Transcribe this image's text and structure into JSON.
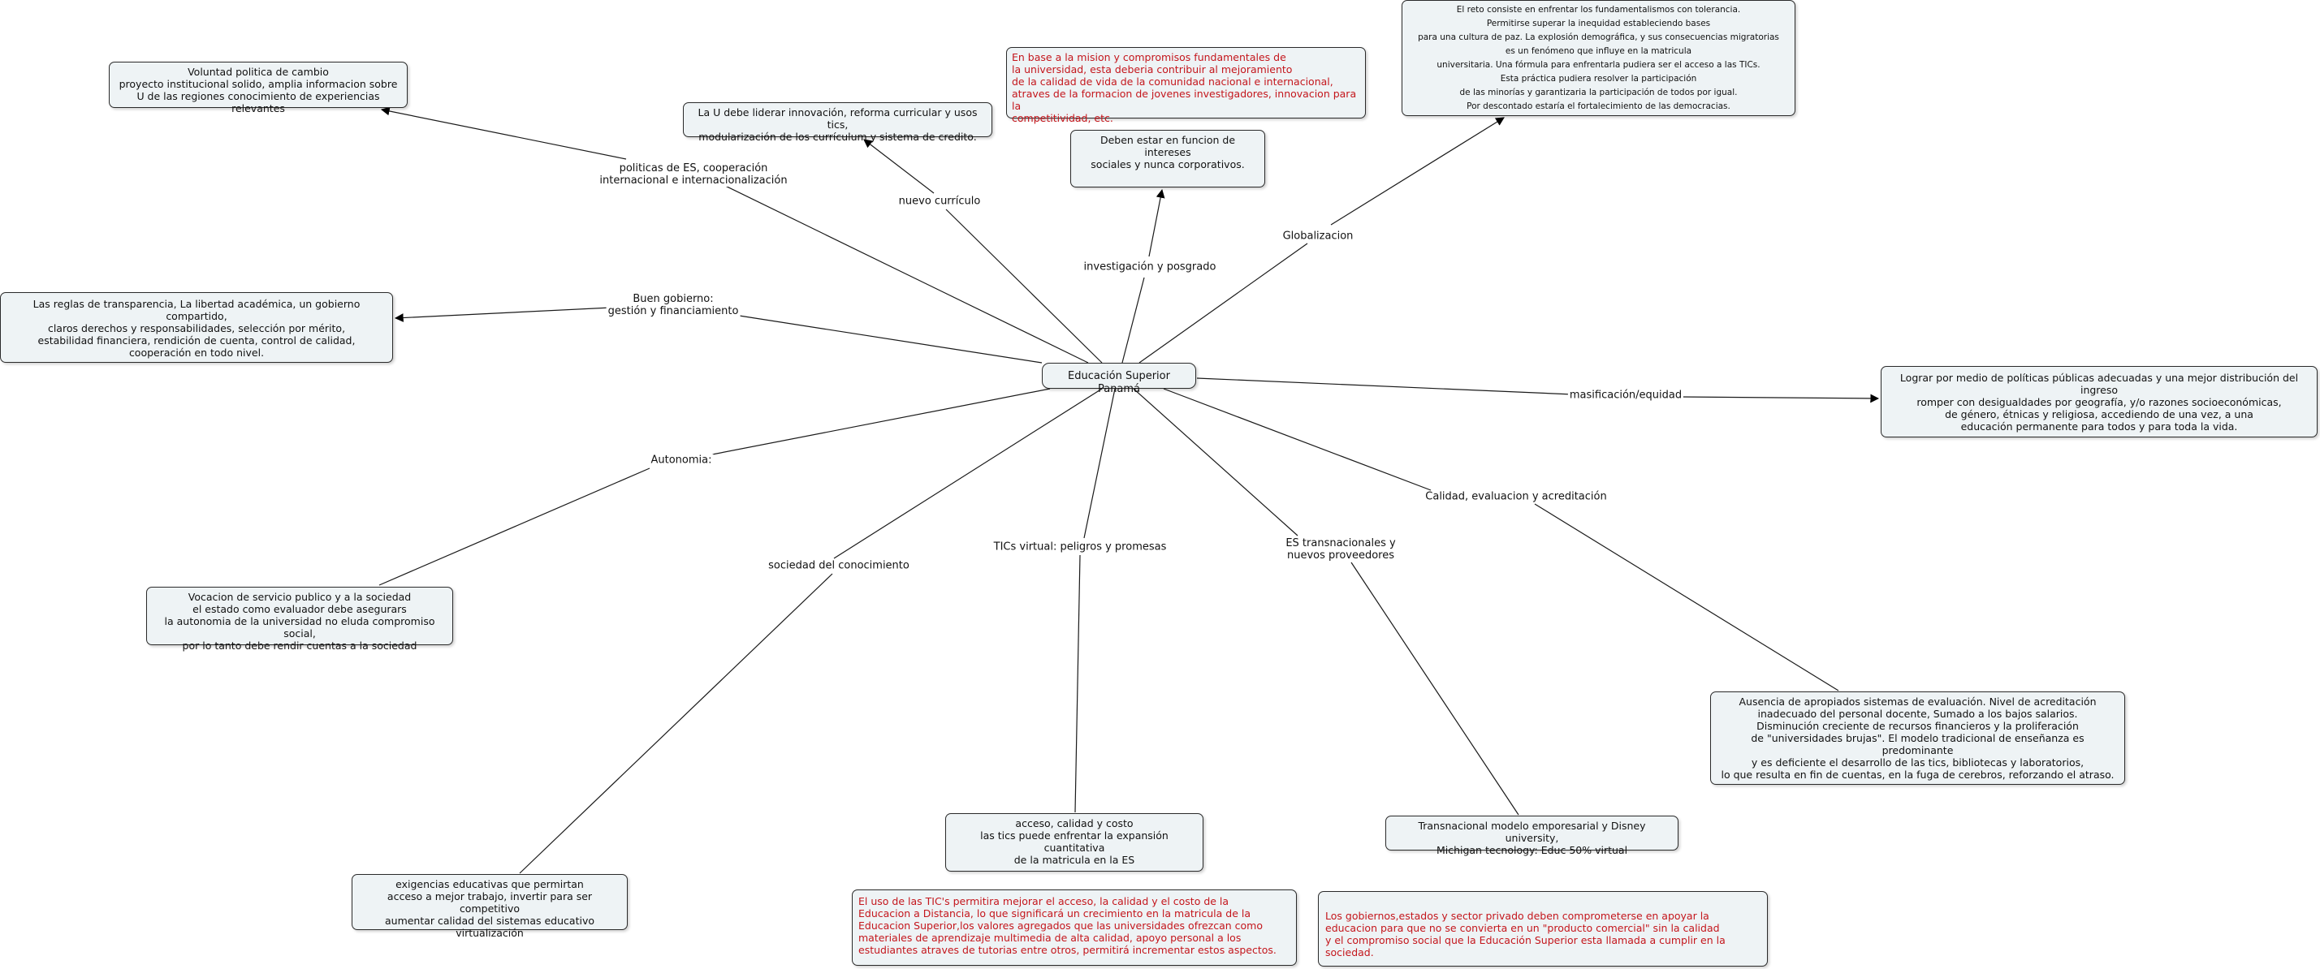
{
  "center": {
    "label": "Educación Superior  Panamá"
  },
  "nodes": {
    "voluntad": "Voluntad politica de cambio\nproyecto institucional solido, amplia informacion sobre\nU de las regiones conocimiento de experiencias relevantes",
    "liderar": "La U debe liderar innovación, reforma curricular y usos tics,\nmodularización de los currículum y sistema de credito.",
    "mision": " En base a la mision y compromisos fundamentales de\nla universidad, esta deberia contribuir al mejoramiento\nde la calidad de vida de la comunidad nacional e internacional,\natraves de la formacion de jovenes investigadores, innovacion para la\ncompetitividad, etc.",
    "intereses": "Deben estar en funcion de intereses\nsociales y nunca  corporativos.",
    "reto": "El  reto  consiste  en  enfrentar  los  fundamentalismos  con  tolerancia.\nPermitirse  superar  la  inequidad  estableciendo  bases\npara  una  cultura  de  paz.  La  explosión  demográfica,  y  sus  consecuencias  migratorias\nes  un  fenómeno  que  influye  en  la  matricula\nuniversitaria.  Una  fórmula  para  enfrentarla  pudiera  ser  el  acceso  a  las  TICs.\nEsta  práctica  pudiera  resolver  la  participación\nde    las  minorías  y  garantizaria  la  participación  de  todos  por  igual.\nPor  descontado  estaría  el  fortalecimiento  de  las  democracias.",
    "reglas": "Las reglas de transparencia, La libertad académica, un gobierno compartido,\nclaros derechos y responsabilidades, selección por mérito,\nestabilidad financiera, rendición de cuenta, control de calidad,\ncooperación en todo nivel.",
    "lograr": "Lograr por medio de políticas públicas adecuadas y una mejor distribución del ingreso\nromper con desigualdades por geografía, y/o razones socioeconómicas,\nde género, étnicas y religiosa, accediendo de una vez, a una\neducación permanente  para todos y para toda la vida.",
    "vocacion": "Vocacion de servicio publico y a la sociedad\nel estado como evaluador debe asegurars\nla autonomia de la universidad no eluda compromiso social,\npor lo tanto debe rendir cuentas a la sociedad",
    "ausencia": "Ausencia de apropiados sistemas de evaluación. Nivel de acreditación\ninadecuado del personal docente, Sumado a los bajos salarios.\nDisminución creciente de recursos financieros y la proliferación\nde \"universidades  brujas\".  El modelo tradicional de enseñanza es predominante\ny es deficiente el desarrollo de las tics, bibliotecas y laboratorios,\nlo que resulta en fin de cuentas, en la fuga de cerebros, reforzando el atraso.",
    "acceso": "acceso, calidad y costo\nlas tics puede enfrentar la expansión cuantitativa\nde la matricula en la ES",
    "transnacional": "Transnacional modelo emporesarial y Disney university,\nMichigan tecnology: Educ 50% virtual",
    "exigencias": "exigencias educativas que permirtan\nacceso a mejor trabajo, invertir para ser competitivo\naumentar calidad del sistemas educativo\nvirtualización",
    "uso_tics": "El uso de las TIC's permitira mejorar el acceso, la calidad y el costo de la\nEducacion a Distancia, lo que significará un crecimiento en la matricula de la\nEducacion Superior,los valores  agregados que las universidades ofrezcan como\nmateriales de aprendizaje multimedia de alta calidad, apoyo personal a los\nestudiantes atraves de tutorias entre otros, permitirá incrementar estos aspectos.",
    "gobiernos": "Los gobiernos,estados y sector privado deben comprometerse en apoyar la\n educacion para que no se convierta en un \"producto comercial\" sin la calidad\ny el compromiso social que la Educación Superior esta llamada a cumplir en la sociedad."
  },
  "edge_labels": {
    "politicas": "politicas de ES, cooperación\ninternacional e internacionalización",
    "curriculo": "nuevo currículo",
    "investigacion": "investigación y posgrado",
    "globalizacion": "Globalizacion",
    "gobierno": "Buen gobierno:\ngestión y financiamiento",
    "masificacion": "masificación/equidad",
    "autonomia": "Autonomia:",
    "calidad": "Calidad, evaluacion y acreditación",
    "sociedad": "sociedad del conocimiento",
    "tics": "TICs virtual: peligros y promesas",
    "transnacionales": "ES transnacionales y\nnuevos proveedores"
  },
  "colors": {
    "node_fill": "#eef3f5",
    "node_border": "#2a2a2a",
    "red_text": "#c4161c"
  }
}
